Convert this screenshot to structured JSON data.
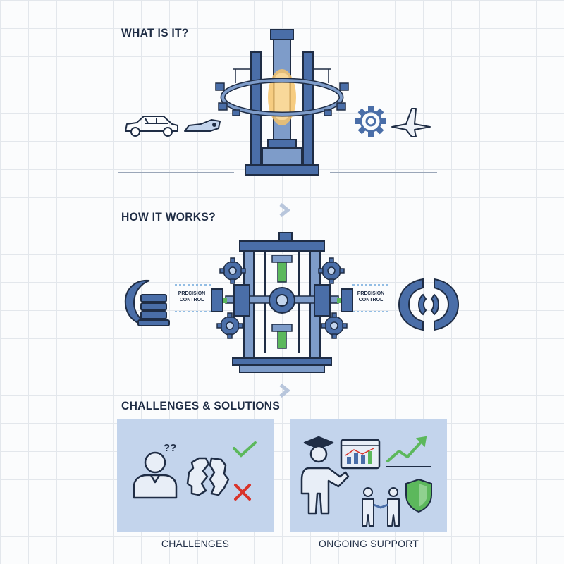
{
  "sections": {
    "what": {
      "title": "WHAT IS IT?"
    },
    "how": {
      "title": "HOW IT WORKS?"
    },
    "challenges": {
      "title": "CHALLENGES & SOLUTIONS"
    }
  },
  "labels": {
    "precision_left": "PRECISION CONTROL",
    "precision_right": "PRECISION CONTROL"
  },
  "panels": {
    "left": {
      "caption": "CHALLENGES"
    },
    "right": {
      "caption": "ONGOING SUPPORT"
    }
  },
  "icons": {
    "what": [
      "car-icon",
      "part-icon",
      "gear-icon",
      "airplane-icon"
    ],
    "how": [
      "crescent-icon",
      "disc-stack-icon",
      "ring-coupling-icon"
    ],
    "challenges": [
      "confused-person-icon",
      "broken-gear-icon",
      "checkmark-icon",
      "cross-icon"
    ],
    "support": [
      "instructor-icon",
      "chart-board-icon",
      "trend-arrow-icon",
      "handshake-icon",
      "shield-icon"
    ]
  },
  "colors": {
    "primary": "#4a6ea8",
    "dark": "#1f2d45",
    "accent_green": "#5cb85c",
    "accent_red": "#d9342b",
    "glow": "#f5c36b",
    "panel": "#c3d4ec"
  }
}
